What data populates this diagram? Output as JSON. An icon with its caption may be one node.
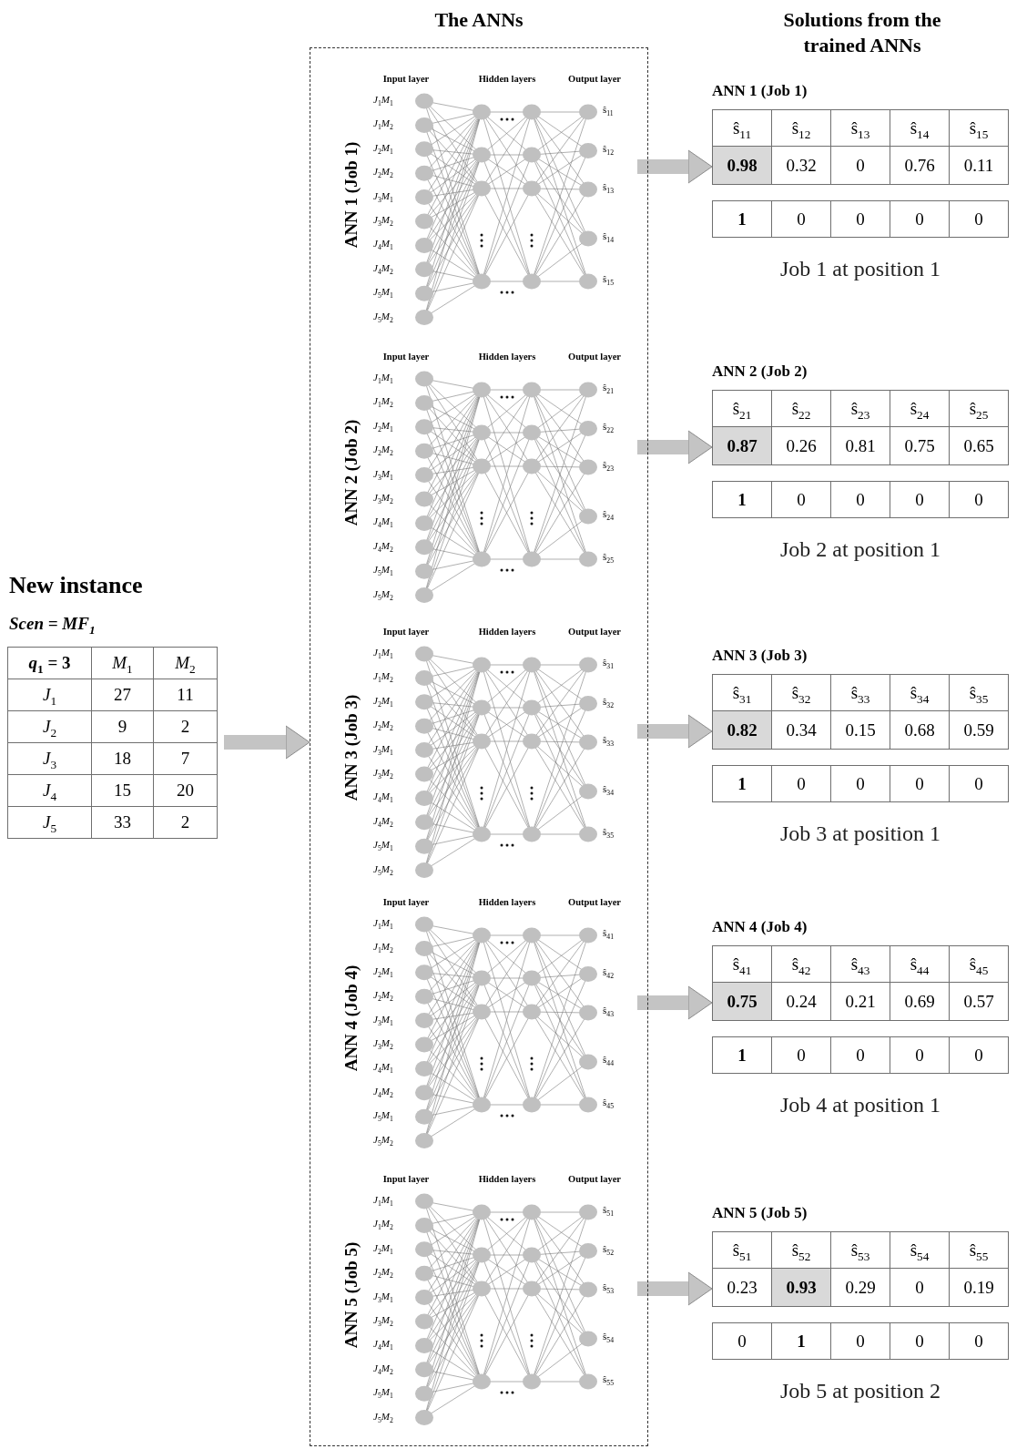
{
  "diagram": {
    "nodes": [
      {
        "text": [
          "New instance",
          "Scen = MF$_{1}$",
          "*q*$_{1}$ = 3",
          "*M*$_{1}$",
          "*M*$_{2}$",
          "*J*$_{1}$",
          "27",
          "11",
          "*J*$_{2}$",
          "9",
          "2",
          "*J*$_{3}$",
          "18",
          "7",
          "*J*$_{4}$",
          "15",
          "20",
          "*J*$_{5}$",
          "33",
          "2"
        ]
      },
      {
        "text": [
          "The ANNs"
        ]
      },
      {
        "text": [
          "ANN 1 (Job 1)",
          "Input layer",
          "Hidden layers",
          "Output layer",
          "*J*$_{1}$*M*$_{1}$",
          "*J*$_{1}$*M*$_{2}$",
          "*J*$_{2}$*M*$_{1}$",
          "*J*$_{2}$*M*$_{2}$",
          "*J*$_{3}$*M*$_{1}$",
          "*J*$_{3}$*M*$_{2}$",
          "*J*$_{4}$*M*$_{1}$",
          "*J*$_{4}$*M*$_{2}$",
          "*J*$_{5}$*M*$_{1}$",
          "*J*$_{5}$*M*$_{2}$",
          "ŝ$_{11}$",
          "ŝ$_{12}$",
          "ŝ$_{13}$",
          "ŝ$_{14}$",
          "ŝ$_{15}$"
        ],
        "in": 1
      },
      {
        "text": [
          "ANN 2 (Job 2)",
          "Input layer",
          "Hidden layers",
          "Output layer",
          "*J*$_{1}$*M*$_{1}$",
          "*J*$_{1}$*M*$_{2}$",
          "*J*$_{2}$*M*$_{1}$",
          "*J*$_{2}$*M*$_{2}$",
          "*J*$_{3}$*M*$_{1}$",
          "*J*$_{3}$*M*$_{2}$",
          "*J*$_{4}$*M*$_{1}$",
          "*J*$_{4}$*M*$_{2}$",
          "*J*$_{5}$*M*$_{1}$",
          "*J*$_{5}$*M*$_{2}$",
          "ŝ$_{21}$",
          "ŝ$_{22}$",
          "ŝ$_{23}$",
          "ŝ$_{24}$",
          "ŝ$_{25}$"
        ],
        "in": 1
      },
      {
        "text": [
          "ANN 3 (Job 3)",
          "Input layer",
          "Hidden layers",
          "Output layer",
          "*J*$_{1}$*M*$_{1}$",
          "*J*$_{1}$*M*$_{2}$",
          "*J*$_{2}$*M*$_{1}$",
          "*J*$_{2}$*M*$_{2}$",
          "*J*$_{3}$*M*$_{1}$",
          "*J*$_{3}$*M*$_{2}$",
          "*J*$_{4}$*M*$_{1}$",
          "*J*$_{4}$*M*$_{2}$",
          "*J*$_{5}$*M*$_{1}$",
          "*J*$_{5}$*M*$_{2}$",
          "ŝ$_{31}$",
          "ŝ$_{32}$",
          "ŝ$_{33}$",
          "ŝ$_{34}$",
          "ŝ$_{35}$"
        ],
        "in": 1
      },
      {
        "text": [
          "ANN 4 (Job 4)",
          "Input layer",
          "Hidden layers",
          "Output layer",
          "*J*$_{1}$*M*$_{1}$",
          "*J*$_{1}$*M*$_{2}$",
          "*J*$_{2}$*M*$_{1}$",
          "*J*$_{2}$*M*$_{2}$",
          "*J*$_{3}$*M*$_{1}$",
          "*J*$_{3}$*M*$_{2}$",
          "*J*$_{4}$*M*$_{1}$",
          "*J*$_{4}$*M*$_{2}$",
          "*J*$_{5}$*M*$_{1}$",
          "*J*$_{5}$*M*$_{2}$",
          "ŝ$_{41}$",
          "ŝ$_{42}$",
          "ŝ$_{43}$",
          "ŝ$_{44}$",
          "ŝ$_{45}$"
        ],
        "in": 1
      },
      {
        "text": [
          "ANN 5 (Job 5)",
          "Input layer",
          "Hidden layers",
          "Output layer",
          "*J*$_{1}$*M*$_{1}$",
          "*J*$_{1}$*M*$_{2}$",
          "*J*$_{2}$*M*$_{1}$",
          "*J*$_{2}$*M*$_{2}$",
          "*J*$_{3}$*M*$_{1}$",
          "*J*$_{3}$*M*$_{2}$",
          "*J*$_{4}$*M*$_{1}$",
          "*J*$_{4}$*M*$_{2}$",
          "*J*$_{5}$*M*$_{1}$",
          "*J*$_{5}$*M*$_{2}$",
          "ŝ$_{51}$",
          "ŝ$_{52}$",
          "ŝ$_{53}$",
          "ŝ$_{54}$",
          "ŝ$_{55}$"
        ],
        "in": 1
      },
      {
        "text": [
          "ANN 1 (Job 1)",
          "ŝ$_{11}$",
          "ŝ$_{12}$",
          "ŝ$_{13}$",
          "ŝ$_{14}$",
          "ŝ$_{15}$",
          "0.98",
          "0.32",
          "0",
          "0.76",
          "0.11",
          "1",
          "0",
          "0",
          "0",
          "0",
          "Job 1 at position 1"
        ]
      },
      {
        "text": [
          "ANN 2 (Job 2)",
          "ŝ$_{21}$",
          "ŝ$_{22}$",
          "ŝ$_{23}$",
          "ŝ$_{24}$",
          "ŝ$_{25}$",
          "0.87",
          "0.26",
          "0.81",
          "0.75",
          "0.65",
          "1",
          "0",
          "0",
          "0",
          "0",
          "Job 2 at position 1"
        ]
      },
      {
        "text": [
          "ANN 3 (Job 3)",
          "ŝ$_{31}$",
          "ŝ$_{32}$",
          "ŝ$_{33}$",
          "ŝ$_{34}$",
          "ŝ$_{35}$",
          "0.82",
          "0.34",
          "0.15",
          "0.68",
          "0.59",
          "1",
          "0",
          "0",
          "0",
          "0",
          "Job 3 at position 1"
        ]
      },
      {
        "text": [
          "ANN 4 (Job 4)",
          "ŝ$_{41}$",
          "ŝ$_{42}$",
          "ŝ$_{43}$",
          "ŝ$_{44}$",
          "ŝ$_{45}$",
          "0.75",
          "0.24",
          "0.21",
          "0.69",
          "0.57",
          "1",
          "0",
          "0",
          "0",
          "0",
          "Job 4 at position 1"
        ]
      },
      {
        "text": [
          "ANN 5 (Job 5)",
          "ŝ$_{51}$",
          "ŝ$_{52}$",
          "ŝ$_{53}$",
          "ŝ$_{54}$",
          "ŝ$_{55}$",
          "0.23",
          "0.93",
          "0.29",
          "0",
          "0.19",
          "0",
          "1",
          "0",
          "0",
          "0",
          "Job 5 at position 2"
        ]
      }
    ],
    "edges": [
      {
        "from": 0,
        "to": 1,
        "arrow": "to"
      },
      {
        "from": 2,
        "to": 7,
        "arrow": "to"
      },
      {
        "from": 3,
        "to": 8,
        "arrow": "to"
      },
      {
        "from": 4,
        "to": 9,
        "arrow": "to"
      },
      {
        "from": 5,
        "to": 10,
        "arrow": "to"
      },
      {
        "from": 6,
        "to": 11,
        "arrow": "to"
      }
    ],
    "labels": [
      "Solutions from the trained ANNs"
    ]
  }
}
